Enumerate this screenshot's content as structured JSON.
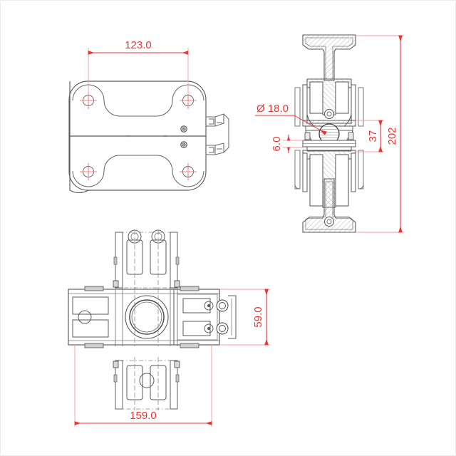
{
  "drawing": {
    "title": "Trolley assembly technical drawing",
    "background_color": "#ffffff",
    "line_color": "#555555",
    "hidden_line_color": "#777777",
    "dimension_color": "#ee3333",
    "centermark_color": "#f08080",
    "views": [
      {
        "name": "top-view-plate",
        "label": ""
      },
      {
        "name": "right-section-view",
        "label": ""
      },
      {
        "name": "bottom-plan-view",
        "label": ""
      }
    ]
  },
  "dimensions": {
    "plate_width": {
      "value": "123.0",
      "view": "top-view-plate",
      "orientation": "horizontal"
    },
    "shaft_diameter": {
      "value": "Ø 18.0",
      "view": "right-section-view",
      "orientation": "leader"
    },
    "gap_height": {
      "value": "6.0",
      "view": "right-section-view",
      "orientation": "vertical"
    },
    "inner_height": {
      "value": "37",
      "view": "right-section-view",
      "orientation": "vertical"
    },
    "overall_height": {
      "value": "202",
      "view": "right-section-view",
      "orientation": "vertical"
    },
    "body_depth": {
      "value": "59.0",
      "view": "bottom-plan-view",
      "orientation": "vertical"
    },
    "overall_width": {
      "value": "159.0",
      "view": "bottom-plan-view",
      "orientation": "horizontal"
    }
  }
}
